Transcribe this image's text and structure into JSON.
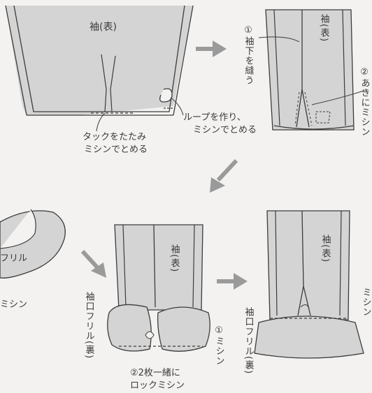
{
  "labels": {
    "top_left_title": "袖(表)",
    "tuck_note_1": "タックをたたみ",
    "tuck_note_2": "ミシンでとめる",
    "loop_note_1": "ループを作り、",
    "loop_note_2": "ミシンでとめる",
    "step1_sew": "①袖下を縫う",
    "tr_sleeve": "袖(表)",
    "step2_opening": "②あきにミシン",
    "frill_label": "フリル",
    "machine_partial": "ミシン",
    "mid_sleeve": "袖(表)",
    "cuff_frill_back": "袖口フリル(裏)",
    "mid_step1": "①ミシン",
    "lock_1": "②2枚一緒に",
    "lock_2": "ロックミシン",
    "br_sleeve": "袖(表)",
    "br_cuff_frill_back": "袖口フリル(裏)",
    "br_machine": "ミシン"
  },
  "colors": {
    "fabric": "#d4d4d4",
    "line": "#3c3c3c",
    "arrow": "#9a9a9a",
    "background": "#f3f2f0"
  }
}
